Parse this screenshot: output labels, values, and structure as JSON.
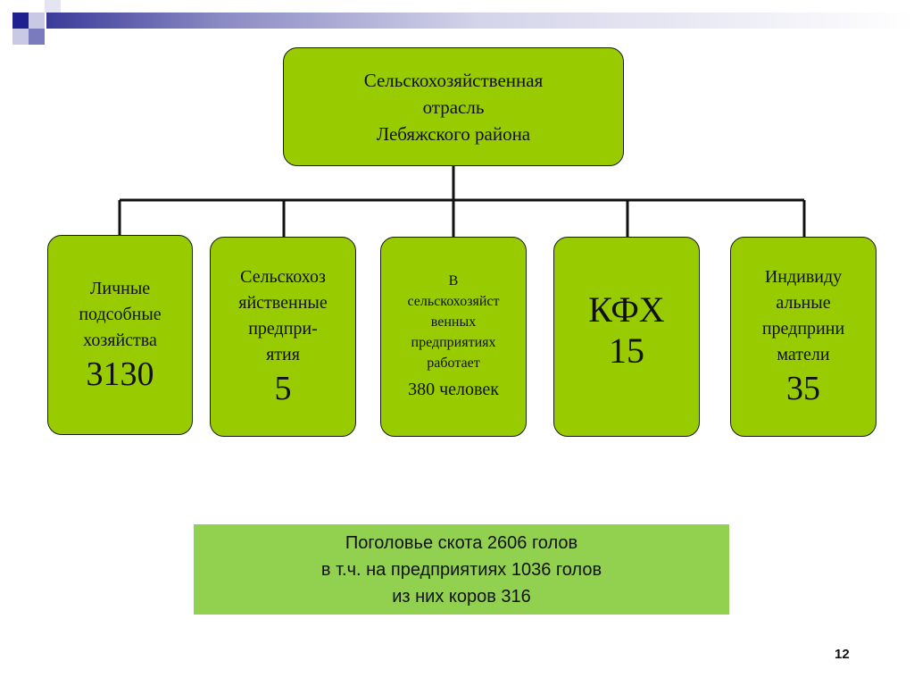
{
  "root": {
    "lines": [
      "Сельскохозяйственная",
      "отрасль",
      "Лебяжского района"
    ]
  },
  "children": [
    {
      "lines": [
        "Личные",
        "подсобные",
        "хозяйства"
      ],
      "value": "3130"
    },
    {
      "lines": [
        "Сельскохоз",
        "яйственные",
        "предпри-",
        "ятия"
      ],
      "value": "5"
    },
    {
      "lines": [
        "В",
        "сельскохозяйст",
        "венных",
        "предприятиях",
        "работает"
      ],
      "value": "380 человек"
    },
    {
      "lines": [
        "КФХ"
      ],
      "value": "15"
    },
    {
      "lines": [
        "Индивиду",
        "альные",
        "предприни",
        "матели"
      ],
      "value": "35"
    }
  ],
  "info": {
    "lines": [
      "Поголовье скота 2606 голов",
      "в т.ч. на предприятиях 1036 голов",
      "из них коров 316"
    ]
  },
  "page_number": "12",
  "colors": {
    "box_fill": "#99cc00",
    "info_fill": "#92d050",
    "header_accent": "#1f1f8f"
  }
}
